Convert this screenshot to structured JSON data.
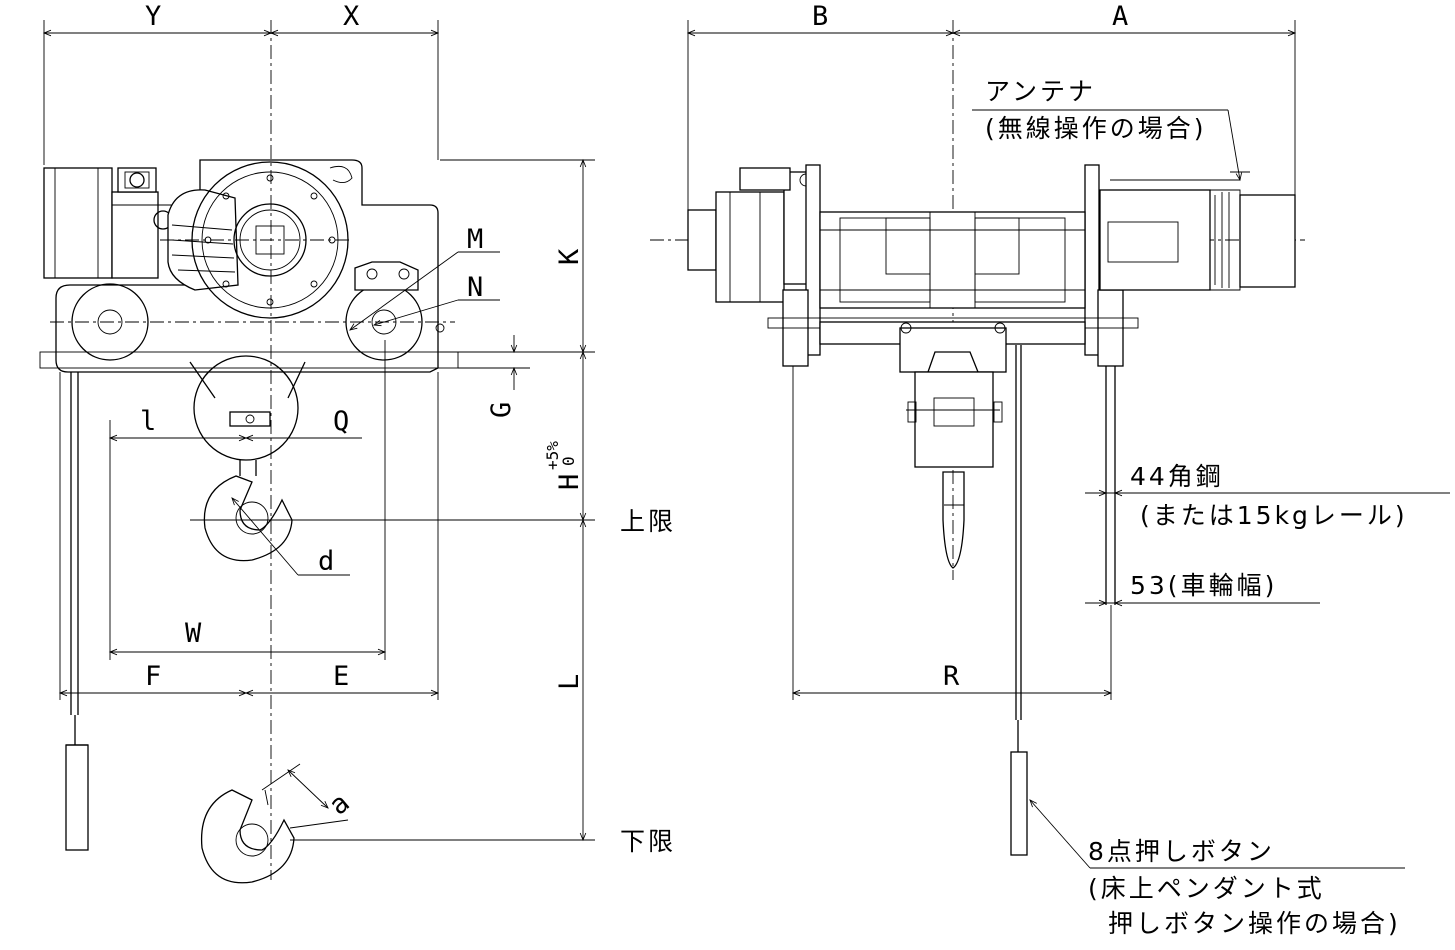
{
  "dimensions": {
    "Y": "Y",
    "X": "X",
    "B": "B",
    "A": "A",
    "K": "K",
    "M": "M",
    "N": "N",
    "G": "G",
    "H": "H",
    "H_tol_upper": "+5%",
    "H_tol_lower": "0",
    "l": "l",
    "Q": "Q",
    "d": "d",
    "W": "W",
    "F": "F",
    "E": "E",
    "L": "L",
    "R": "R",
    "a": "a"
  },
  "notes": {
    "antenna_line1": "アンテナ",
    "antenna_line2": "(無線操作の場合)",
    "upper_limit": "上限",
    "lower_limit": "下限",
    "rail_line1": "44角鋼",
    "rail_line2": "(または15kgレール)",
    "wheel_width": "53(車輪幅)",
    "pushbutton_line1": "8点押しボタン",
    "pushbutton_line2": "(床上ペンダント式",
    "pushbutton_line3": "押しボタン操作の場合)"
  }
}
